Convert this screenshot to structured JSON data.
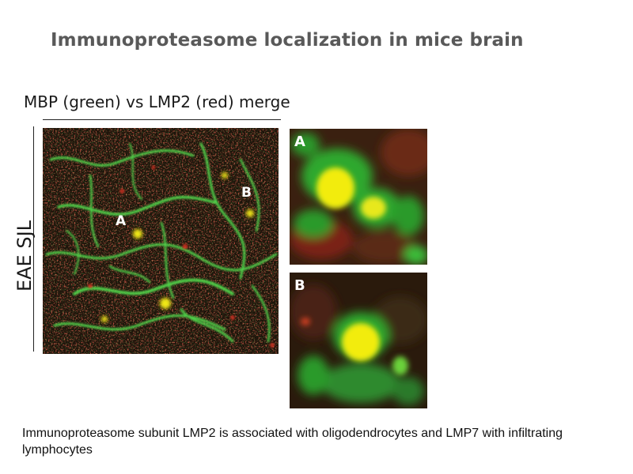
{
  "slide": {
    "title": "Immunoproteasome localization in mice brain",
    "figure_heading": "MBP (green) vs LMP2 (red) merge",
    "side_label": "EAE SJL",
    "main_panel": {
      "label_a": "A",
      "label_b": "B"
    },
    "inset_a": {
      "label": "A"
    },
    "inset_b": {
      "label": "B"
    },
    "caption": "Immunoproteasome subunit LMP2 is associated with oligodendrocytes and LMP7 with infiltrating lymphocytes"
  },
  "colors": {
    "title": "#595959",
    "green_channel": "#3ad13a",
    "red_channel": "#c8281c",
    "merge_yellow": "#f2ec10",
    "panel_background": "#1a1208"
  }
}
